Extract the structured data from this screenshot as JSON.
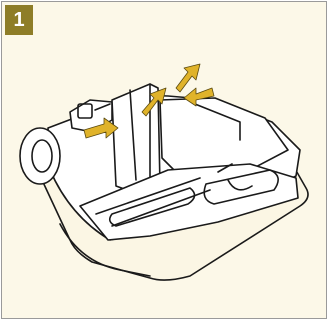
{
  "step": {
    "number": "1"
  },
  "colors": {
    "panel_background": "#fcf8e8",
    "badge_background": "#8e7d27",
    "badge_text": "#ffffff",
    "line_art": "#1a1a1a",
    "arrow_fill": "#e0b32a"
  },
  "illustration": {
    "subject": "vacuum-floor-head",
    "arrows": [
      {
        "name": "arrow-left-inward",
        "direction": "in"
      },
      {
        "name": "arrow-up-outward",
        "direction": "out"
      },
      {
        "name": "arrow-right-inward",
        "direction": "in"
      }
    ]
  }
}
